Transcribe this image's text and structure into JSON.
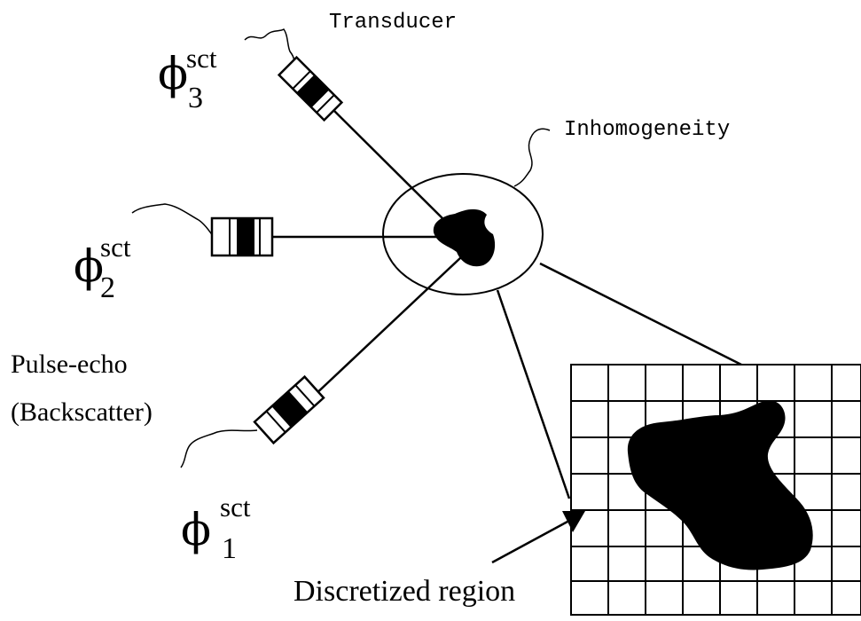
{
  "labels": {
    "transducer": "Transducer",
    "inhomogeneity": "Inhomogeneity",
    "pulse_echo": "Pulse-echo",
    "backscatter": "(Backscatter)",
    "discretized_region": "Discretized region"
  },
  "signals": [
    {
      "symbol": "ϕ",
      "superscript": "sct",
      "subscript": "3"
    },
    {
      "symbol": "ϕ",
      "superscript": "sct",
      "subscript": "2"
    },
    {
      "symbol": "ϕ",
      "superscript": "sct",
      "subscript": "1"
    }
  ],
  "colors": {
    "ink": "#000000",
    "background": "#ffffff"
  }
}
